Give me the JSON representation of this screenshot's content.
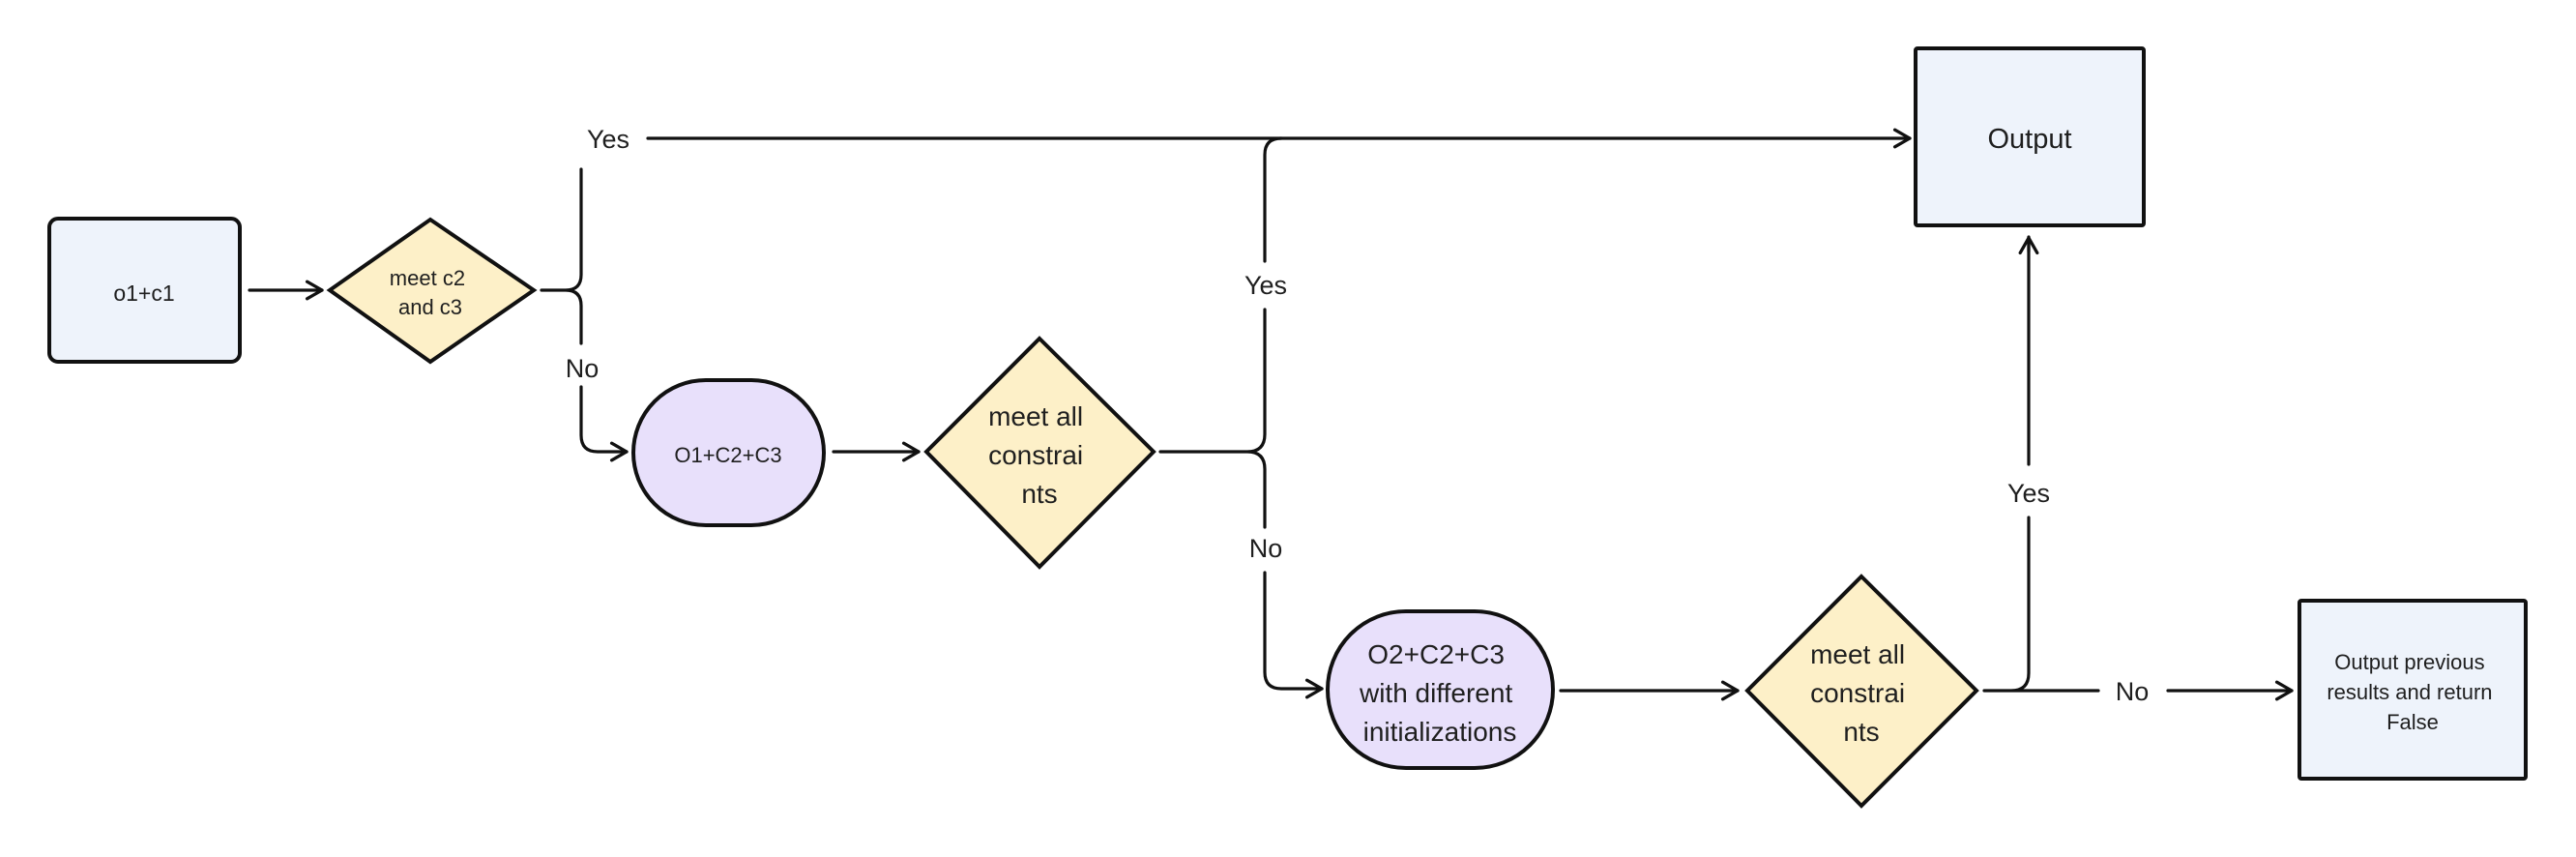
{
  "nodes": {
    "o1c1": {
      "lines": [
        "o1+c1"
      ]
    },
    "meet_c2_c3": {
      "lines": [
        "meet c2",
        "and c3"
      ]
    },
    "o1c2c3": {
      "lines": [
        "O1+C2+C3"
      ]
    },
    "meet_all_1": {
      "lines": [
        "meet all",
        "constrai",
        "nts"
      ]
    },
    "o2c2c3": {
      "lines": [
        "O2+C2+C3",
        "with different",
        "initializations"
      ]
    },
    "meet_all_2": {
      "lines": [
        "meet all",
        "constrai",
        "nts"
      ]
    },
    "output": {
      "lines": [
        "Output"
      ]
    },
    "output_prev": {
      "lines": [
        "Output previous",
        "results and return",
        "False"
      ]
    }
  },
  "edge_labels": {
    "yes_top": "Yes",
    "no_first": "No",
    "yes_middle": "Yes",
    "no_middle": "No",
    "yes_right": "Yes",
    "no_right": "No"
  },
  "colors": {
    "rect_fill": "#eef3fb",
    "diamond_fill": "#fdf0c8",
    "pill_fill": "#e8e0fb",
    "stroke": "#111111"
  }
}
